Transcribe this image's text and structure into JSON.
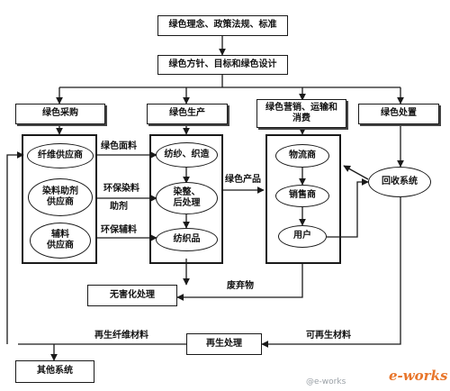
{
  "nodes": {
    "concept": "绿色理念、政策法规、标准",
    "policy": "绿色方针、目标和绿色设计",
    "purchase": "绿色采购",
    "production": "绿色生产",
    "marketing_line1": "绿色营销、运输和",
    "marketing_line2": "消费",
    "disposal": "绿色处置",
    "fiber_supplier": "纤维供应商",
    "dye_supplier_line1": "染料助剂",
    "dye_supplier_line2": "供应商",
    "aux_supplier_line1": "辅料",
    "aux_supplier_line2": "供应商",
    "spinning": "纺纱、织造",
    "dyeing_line1": "染整、",
    "dyeing_line2": "后处理",
    "textiles": "纺织品",
    "logistics": "物流商",
    "retailer": "销售商",
    "user": "用户",
    "recycling": "回收系统",
    "harmless": "无害化处理",
    "regeneration": "再生处理",
    "other_systems": "其他系统"
  },
  "edge_labels": {
    "green_fabric": "绿色面料",
    "eco_dye_line1": "环保染料",
    "eco_dye_line2": "助剂",
    "eco_aux": "环保辅料",
    "green_product": "绿色产品",
    "waste": "废弃物",
    "recycled_fiber": "再生纤维材料",
    "renewable_material": "可再生材料"
  },
  "watermark": {
    "handle": "@e-works",
    "logo": "e-works"
  },
  "colors": {
    "line": "#1a1a1a",
    "watermark": "#9aa0a6",
    "logo_orange": "#e8762c"
  }
}
